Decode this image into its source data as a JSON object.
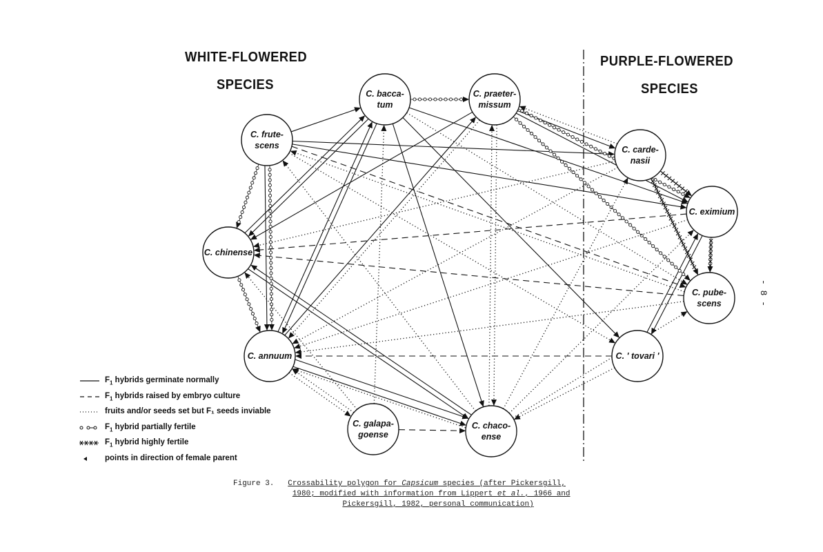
{
  "headers": {
    "white_line1": "WHITE-FLOWERED",
    "white_line2": "SPECIES",
    "purple_line1": "PURPLE-FLOWERED",
    "purple_line2": "SPECIES"
  },
  "nodes": [
    {
      "id": "baccatum",
      "lines": [
        "C. bacca-",
        "tum"
      ]
    },
    {
      "id": "praetermissum",
      "lines": [
        "C. praeter-",
        "missum"
      ]
    },
    {
      "id": "frutescens",
      "lines": [
        "C. frute-",
        "scens"
      ]
    },
    {
      "id": "chinense",
      "lines": [
        "C. chinense"
      ]
    },
    {
      "id": "annuum",
      "lines": [
        "C. annuum"
      ]
    },
    {
      "id": "galapagoense",
      "lines": [
        "C. galapa-",
        "goense"
      ]
    },
    {
      "id": "chacoense",
      "lines": [
        "C. chaco-",
        "ense"
      ]
    },
    {
      "id": "tovari",
      "lines": [
        "C. ' tovari '"
      ]
    },
    {
      "id": "pubescens",
      "lines": [
        "C. pube-",
        "scens"
      ]
    },
    {
      "id": "eximium",
      "lines": [
        "C. eximium"
      ]
    },
    {
      "id": "cardenasii",
      "lines": [
        "C. carde-",
        "nasii"
      ]
    }
  ],
  "edges": [
    {
      "from": "frutescens",
      "to": "baccatum",
      "type": "solid"
    },
    {
      "from": "baccatum",
      "to": "chinense",
      "type": "solid"
    },
    {
      "from": "chinense",
      "to": "baccatum",
      "type": "solid"
    },
    {
      "from": "annuum",
      "to": "baccatum",
      "type": "solid"
    },
    {
      "from": "baccatum",
      "to": "annuum",
      "type": "solid"
    },
    {
      "from": "baccatum",
      "to": "chacoense",
      "type": "solid"
    },
    {
      "from": "baccatum",
      "to": "eximium",
      "type": "solid"
    },
    {
      "from": "baccatum",
      "to": "tovari",
      "type": "solid"
    },
    {
      "from": "frutescens",
      "to": "annuum",
      "type": "solid"
    },
    {
      "from": "annuum",
      "to": "chacoense",
      "type": "solid"
    },
    {
      "from": "chinense",
      "to": "chacoense",
      "type": "solid"
    },
    {
      "from": "chacoense",
      "to": "chinense",
      "type": "solid"
    },
    {
      "from": "frutescens",
      "to": "cardenasii",
      "type": "solid"
    },
    {
      "from": "frutescens",
      "to": "eximium",
      "type": "solid"
    },
    {
      "from": "praetermissum",
      "to": "chinense",
      "type": "solid"
    },
    {
      "from": "praetermissum",
      "to": "cardenasii",
      "type": "solid"
    },
    {
      "from": "praetermissum",
      "to": "eximium",
      "type": "solid"
    },
    {
      "from": "eximium",
      "to": "tovari",
      "type": "solid"
    },
    {
      "from": "tovari",
      "to": "eximium",
      "type": "solid"
    },
    {
      "from": "annuum",
      "to": "praetermissum",
      "type": "solid"
    },
    {
      "from": "annuum",
      "to": "chacoense",
      "type": "solid",
      "variant": "offset"
    },
    {
      "from": "galapagoense",
      "to": "chacoense",
      "type": "dashed"
    },
    {
      "from": "frutescens",
      "to": "pubescens",
      "type": "dashed"
    },
    {
      "from": "eximium",
      "to": "chinense",
      "type": "dashed"
    },
    {
      "from": "pubescens",
      "to": "chinense",
      "type": "dashed"
    },
    {
      "from": "tovari",
      "to": "annuum",
      "type": "dashed"
    },
    {
      "from": "baccatum",
      "to": "praetermissum",
      "type": "fertile"
    },
    {
      "from": "frutescens",
      "to": "chinense",
      "type": "fertile"
    },
    {
      "from": "chinense",
      "to": "annuum",
      "type": "fertile"
    },
    {
      "from": "frutescens",
      "to": "annuum",
      "type": "fertile"
    },
    {
      "from": "praetermissum",
      "to": "eximium",
      "type": "fertile"
    },
    {
      "from": "praetermissum",
      "to": "pubescens",
      "type": "fertile"
    },
    {
      "from": "cardenasii",
      "to": "eximium",
      "type": "highly"
    },
    {
      "from": "eximium",
      "to": "pubescens",
      "type": "highly"
    },
    {
      "from": "cardenasii",
      "to": "pubescens",
      "type": "highly"
    },
    {
      "from": "galapagoense",
      "to": "annuum",
      "type": "dotted"
    },
    {
      "from": "annuum",
      "to": "galapagoense",
      "type": "dotted"
    },
    {
      "from": "galapagoense",
      "to": "baccatum",
      "type": "dotted"
    },
    {
      "from": "galapagoense",
      "to": "chinense",
      "type": "dotted"
    },
    {
      "from": "chacoense",
      "to": "annuum",
      "type": "dotted"
    },
    {
      "from": "chacoense",
      "to": "frutescens",
      "type": "dotted"
    },
    {
      "from": "chacoense",
      "to": "praetermissum",
      "type": "dotted"
    },
    {
      "from": "chacoense",
      "to": "cardenasii",
      "type": "dotted"
    },
    {
      "from": "chacoense",
      "to": "eximium",
      "type": "dotted"
    },
    {
      "from": "chacoense",
      "to": "pubescens",
      "type": "dotted"
    },
    {
      "from": "tovari",
      "to": "chacoense",
      "type": "dotted"
    },
    {
      "from": "cardenasii",
      "to": "praetermissum",
      "type": "dotted"
    },
    {
      "from": "cardenasii",
      "to": "chinense",
      "type": "dotted"
    },
    {
      "from": "cardenasii",
      "to": "annuum",
      "type": "dotted"
    },
    {
      "from": "eximium",
      "to": "annuum",
      "type": "dotted"
    },
    {
      "from": "pubescens",
      "to": "annuum",
      "type": "dotted"
    },
    {
      "from": "pubescens",
      "to": "frutescens",
      "type": "dotted"
    },
    {
      "from": "praetermissum",
      "to": "annuum",
      "type": "dotted"
    },
    {
      "from": "baccatum",
      "to": "pubescens",
      "type": "dotted"
    },
    {
      "from": "frutescens",
      "to": "tovari",
      "type": "dotted"
    },
    {
      "from": "praetermissum",
      "to": "chacoense",
      "type": "dotted"
    }
  ],
  "legend": [
    {
      "type": "solid",
      "pre": "F",
      "sub": "1",
      "text": " hybrids germinate normally"
    },
    {
      "type": "dashed",
      "pre": "F",
      "sub": "1",
      "text": " hybrids raised by embryo culture"
    },
    {
      "type": "dotted",
      "pre": "",
      "sub": "",
      "text": "fruits and/or seeds set but F₁ seeds inviable"
    },
    {
      "type": "fertile",
      "pre": "F",
      "sub": "1",
      "text": " hybrid partially fertile"
    },
    {
      "type": "highly",
      "pre": "F",
      "sub": "1",
      "text": " hybrid highly fertile"
    },
    {
      "type": "arrow",
      "pre": "",
      "sub": "",
      "text": "points in direction of female parent"
    }
  ],
  "caption": {
    "label": "Figure 3.",
    "line1_a": "Crossability polygon for ",
    "line1_b": "Capsicum",
    "line1_c": " species (after Pickersgill,",
    "line2_a": "1980; modified with information from Lippert ",
    "line2_b": "et al.",
    "line2_c": ", 1966 and",
    "line3": "Pickersgill, 1982, personal communication)"
  },
  "page_number": "- 8 -",
  "colors": {
    "ink": "#111111",
    "paper": "#ffffff"
  }
}
